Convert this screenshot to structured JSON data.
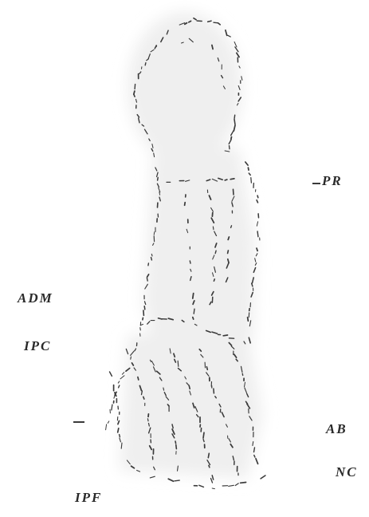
{
  "labels": {
    "pr": "PR",
    "adm": "ADM",
    "ipc": "IPC",
    "ab": "AB",
    "nc": "NC",
    "ipf": "IPF"
  },
  "colors": {
    "ink": "#3a3a3a",
    "paper": "#ffffff",
    "halo": "#efefef"
  }
}
